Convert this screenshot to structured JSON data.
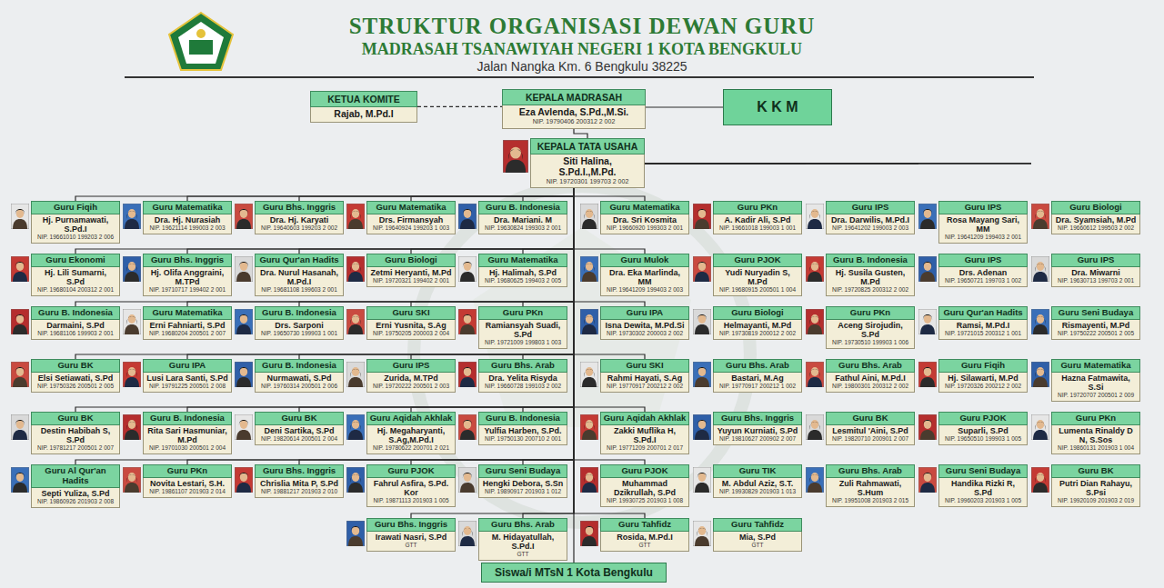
{
  "diagram": {
    "title": "STRUKTUR ORGANISASI DEWAN GURU",
    "nodes": [
      {
        "text": [
          "KETUA KOMITE",
          "Rajab, M.Pd.I"
        ]
      },
      {
        "text": [
          "KEPALA MADRASAH",
          "Eza Avlenda, S.Pd.,M.Si.",
          "NIP. 19790406 200312 2 002"
        ]
      },
      {
        "text": [
          "K K M"
        ]
      },
      {
        "text": [
          "KEPALA TATA USAHA",
          "Siti Halina, S.Pd.I.,M.Pd.",
          "NIP. 19720301 199703 2 002"
        ]
      },
      {
        "text": [
          "Guru Fiqih",
          "Hj. Purnamawati, S.Pd.I",
          "NIP. 19661010 199203 2 006"
        ]
      },
      {
        "text": [
          "Guru Matematika",
          "Dra. Hj. Nurasiah",
          "NIP. 19621114 199003 2 003"
        ]
      },
      {
        "text": [
          "Guru Bhs. Inggris",
          "Dra. Hj. Karyati",
          "NIP. 19640603 199203 2 002"
        ]
      },
      {
        "text": [
          "Guru Matematika",
          "Drs. Firmansyah",
          "NIP. 19640924 199203 1 003"
        ]
      },
      {
        "text": [
          "Guru B. Indonesia",
          "Dra. Mariani. M",
          "NIP. 19630824 199303 2 001"
        ]
      },
      {
        "text": [
          "Guru Matematika",
          "Dra. Sri Kosmita",
          "NIP. 19660920 199303 2 001"
        ]
      },
      {
        "text": [
          "Guru PKn",
          "A. Kadir Ali, S.Pd",
          "NIP. 19661018 199003 1 001"
        ]
      },
      {
        "text": [
          "Guru IPS",
          "Dra. Darwilis, M.Pd.I",
          "NIP. 19641202 199003 2 003"
        ]
      },
      {
        "text": [
          "Guru IPS",
          "Rosa Mayang Sari, MM",
          "NIP. 19641209 199403 2 001"
        ]
      },
      {
        "text": [
          "Guru Biologi",
          "Dra. Syamsiah, M.Pd",
          "NIP. 19660612 199503 2 002"
        ]
      },
      {
        "text": [
          "Guru Ekonomi",
          "Hj. Lili Sumarni, S.Pd",
          "NIP. 19680104 200312 2 001"
        ]
      },
      {
        "text": [
          "Guru Bhs. Inggris",
          "Hj. Olifa Anggraini, M.TPd",
          "NIP. 19710717 199402 2 001"
        ]
      },
      {
        "text": [
          "Guru Qur'an Hadits",
          "Dra. Nurul Hasanah, M.Pd.I",
          "NIP. 19681108 199603 2 001"
        ]
      },
      {
        "text": [
          "Guru Biologi",
          "Zetmi Heryanti, M.Pd",
          "NIP. 19720321 199402 2 001"
        ]
      },
      {
        "text": [
          "Guru Matematika",
          "Hj. Halimah, S.Pd",
          "NIP. 19680625 199403 2 005"
        ]
      },
      {
        "text": [
          "Guru Mulok",
          "Dra. Eka Marlinda, MM",
          "NIP. 19641209 199403 2 003"
        ]
      },
      {
        "text": [
          "Guru PJOK",
          "Yudi Nuryadin S, M.Pd",
          "NIP. 19680915 200501 1 004"
        ]
      },
      {
        "text": [
          "Guru B. Indonesia",
          "Hj. Susila Gusten, M.Pd",
          "NIP. 19720825 200312 2 002"
        ]
      },
      {
        "text": [
          "Guru IPS",
          "Drs. Adenan",
          "NIP. 19650721 199703 1 002"
        ]
      },
      {
        "text": [
          "Guru IPS",
          "Dra. Miwarni",
          "NIP. 19630713 199703 2 001"
        ]
      },
      {
        "text": [
          "Guru B. Indonesia",
          "Darmaini, S.Pd",
          "NIP. 19681106 199903 2 001"
        ]
      },
      {
        "text": [
          "Guru Matematika",
          "Erni Fahniarti, S.Pd",
          "NIP. 19680204 200501 2 007"
        ]
      },
      {
        "text": [
          "Guru B. Indonesia",
          "Drs. Sarponi",
          "NIP. 19650730 199903 1 001"
        ]
      },
      {
        "text": [
          "Guru SKI",
          "Erni Yusnita, S.Ag",
          "NIP. 19750205 200003 2 004"
        ]
      },
      {
        "text": [
          "Guru PKn",
          "Ramiansyah Suadi, S.Pd",
          "NIP. 19721009 199803 1 003"
        ]
      },
      {
        "text": [
          "Guru IPA",
          "Isna Dewita, M.Pd.Si",
          "NIP. 19730302 200003 2 002"
        ]
      },
      {
        "text": [
          "Guru Biologi",
          "Helmayanti, M.Pd",
          "NIP. 19730819 200012 2 002"
        ]
      },
      {
        "text": [
          "Guru PKn",
          "Aceng Sirojudin, S.Pd",
          "NIP. 19730510 199903 1 006"
        ]
      },
      {
        "text": [
          "Guru Qur'an Hadits",
          "Ramsi, M.Pd.I",
          "NIP. 19721015 200312 1 001"
        ]
      },
      {
        "text": [
          "Guru Seni Budaya",
          "Rismayenti, M.Pd",
          "NIP. 19750222 200501 2 005"
        ]
      },
      {
        "text": [
          "Guru BK",
          "Elsi Setiawati, S.Pd",
          "NIP. 19750326 200501 2 005"
        ]
      },
      {
        "text": [
          "Guru IPA",
          "Lusi Lara Santi, S.Pd",
          "NIP. 19791225 200501 2 008"
        ]
      },
      {
        "text": [
          "Guru B. Indonesia",
          "Nurmawati, S.Pd",
          "NIP. 19760314 200501 2 006"
        ]
      },
      {
        "text": [
          "Guru IPS",
          "Zurida, M.TPd",
          "NIP. 19720222 200501 2 003"
        ]
      },
      {
        "text": [
          "Guru Bhs. Arab",
          "Dra. Yelita Risyda",
          "NIP. 19660728 199103 2 002"
        ]
      },
      {
        "text": [
          "Guru SKI",
          "Rahmi Hayati, S.Ag",
          "NIP. 19770917 200212 2 002"
        ]
      },
      {
        "text": [
          "Guru Bhs. Arab",
          "Bastari, M.Ag",
          "NIP. 19770917 200212 1 002"
        ]
      },
      {
        "text": [
          "Guru Bhs. Arab",
          "Fathul Aini, M.Pd.I",
          "NIP. 19800301 200312 2 002"
        ]
      },
      {
        "text": [
          "Guru Fiqih",
          "Hj. Silawarti, M.Pd",
          "NIP. 19720326 200212 2 002"
        ]
      },
      {
        "text": [
          "Guru Matematika",
          "Hazna Fatmawita, S.Si",
          "NIP. 19720707 200501 2 009"
        ]
      },
      {
        "text": [
          "Guru BK",
          "Destin Habibah S, S.Pd",
          "NIP. 19781217 200501 2 007"
        ]
      },
      {
        "text": [
          "Guru B. Indonesia",
          "Rita Sari Hasmuniar, M.Pd",
          "NIP. 19701030 200501 2 004"
        ]
      },
      {
        "text": [
          "Guru BK",
          "Deni Sartika, S.Pd",
          "NIP. 19820614 200501 2 004"
        ]
      },
      {
        "text": [
          "Guru Aqidah Akhlak",
          "Hj. Megaharyanti, S.Ag,M.Pd.I",
          "NIP. 19780622 200701 2 021"
        ]
      },
      {
        "text": [
          "Guru B. Indonesia",
          "Yulfia Harben, S.Pd.",
          "NIP. 19750130 200710 2 001"
        ]
      },
      {
        "text": [
          "Guru Aqidah Akhlak",
          "Zakki Muflika H, S.Pd.I",
          "NIP. 19771209 200701 2 017"
        ]
      },
      {
        "text": [
          "Guru Bhs. Inggris",
          "Yuyun Kurniati, S.Pd",
          "NIP. 19810627 200902 2 007"
        ]
      },
      {
        "text": [
          "Guru BK",
          "Lesmitul 'Aini, S.Pd",
          "NIP. 19820710 200901 2 007"
        ]
      },
      {
        "text": [
          "Guru PJOK",
          "Suparli, S.Pd",
          "NIP. 19650510 199903 1 005"
        ]
      },
      {
        "text": [
          "Guru PKn",
          "Lumenta Rinaldy D N, S.Sos",
          "NIP. 19860131 201903 1 004"
        ]
      },
      {
        "text": [
          "Guru Al Qur'an Hadits",
          "Septi Yuliza, S.Pd",
          "NIP. 19860926 201903 2 008"
        ]
      },
      {
        "text": [
          "Guru PKn",
          "Novita Lestari, S.H.",
          "NIP. 19861107 201903 2 014"
        ]
      },
      {
        "text": [
          "Guru Bhs. Inggris",
          "Chrislia Mita P, S.Pd",
          "NIP. 19881217 201903 2 010"
        ]
      },
      {
        "text": [
          "Guru PJOK",
          "Fahrul Asfira, S.Pd. Kor",
          "NIP. 19871113 201903 1 005"
        ]
      },
      {
        "text": [
          "Guru Seni Budaya",
          "Hengki Debora, S.Sn",
          "NIP. 19890917 201903 1 012"
        ]
      },
      {
        "text": [
          "Guru PJOK",
          "Muhammad Dzikrullah, S.Pd",
          "NIP. 19930725 201903 1 008"
        ]
      },
      {
        "text": [
          "Guru TIK",
          "M. Abdul Aziz, S.T.",
          "NIP. 19930829 201903 1 013"
        ]
      },
      {
        "text": [
          "Guru Bhs. Arab",
          "Zuli Rahmawati, S.Hum",
          "NIP. 19951008 201903 2 015"
        ]
      },
      {
        "text": [
          "Guru Seni Budaya",
          "Handika Rizki R, S.Pd",
          "NIP. 19960203 201903 1 005"
        ]
      },
      {
        "text": [
          "Guru BK",
          "Putri Dian Rahayu, S.Psi",
          "NIP. 19920109 201903 2 019"
        ]
      },
      {
        "text": [
          "Guru Bhs. Inggris",
          "Irawati Nasri, S.Pd",
          "GTT"
        ]
      },
      {
        "text": [
          "Guru Bhs. Arab",
          "M. Hidayatullah, S.Pd.I",
          "GTT"
        ]
      },
      {
        "text": [
          "Guru Tahfidz",
          "Rosida, M.Pd.I",
          "GTT"
        ]
      },
      {
        "text": [
          "Guru Tahfidz",
          "Mia, S.Pd",
          "GTT"
        ]
      },
      {
        "text": [
          "Siswa/i MTsN 1 Kota Bengkulu"
        ]
      }
    ],
    "edges": [
      {
        "from": 0,
        "to": 1,
        "arrow": "none"
      },
      {
        "from": 1,
        "to": 2,
        "arrow": "none"
      },
      {
        "from": 1,
        "to": 3,
        "arrow": "none"
      },
      {
        "from": 3,
        "to": 4,
        "arrow": "none"
      },
      {
        "from": 3,
        "to": 5,
        "arrow": "none"
      },
      {
        "from": 3,
        "to": 6,
        "arrow": "none"
      },
      {
        "from": 3,
        "to": 7,
        "arrow": "none"
      },
      {
        "from": 3,
        "to": 8,
        "arrow": "none"
      },
      {
        "from": 3,
        "to": 9,
        "arrow": "none"
      },
      {
        "from": 3,
        "to": 10,
        "arrow": "none"
      },
      {
        "from": 3,
        "to": 11,
        "arrow": "none"
      },
      {
        "from": 3,
        "to": 12,
        "arrow": "none"
      },
      {
        "from": 3,
        "to": 13,
        "arrow": "none"
      },
      {
        "from": 3,
        "to": 14,
        "arrow": "none"
      },
      {
        "from": 3,
        "to": 15,
        "arrow": "none"
      },
      {
        "from": 3,
        "to": 16,
        "arrow": "none"
      },
      {
        "from": 3,
        "to": 17,
        "arrow": "none"
      },
      {
        "from": 3,
        "to": 18,
        "arrow": "none"
      },
      {
        "from": 3,
        "to": 19,
        "arrow": "none"
      },
      {
        "from": 3,
        "to": 20,
        "arrow": "none"
      },
      {
        "from": 3,
        "to": 21,
        "arrow": "none"
      },
      {
        "from": 3,
        "to": 22,
        "arrow": "none"
      },
      {
        "from": 3,
        "to": 23,
        "arrow": "none"
      },
      {
        "from": 3,
        "to": 24,
        "arrow": "none"
      },
      {
        "from": 3,
        "to": 25,
        "arrow": "none"
      },
      {
        "from": 3,
        "to": 26,
        "arrow": "none"
      },
      {
        "from": 3,
        "to": 27,
        "arrow": "none"
      },
      {
        "from": 3,
        "to": 28,
        "arrow": "none"
      },
      {
        "from": 3,
        "to": 29,
        "arrow": "none"
      },
      {
        "from": 3,
        "to": 30,
        "arrow": "none"
      },
      {
        "from": 3,
        "to": 31,
        "arrow": "none"
      },
      {
        "from": 3,
        "to": 32,
        "arrow": "none"
      },
      {
        "from": 3,
        "to": 33,
        "arrow": "none"
      },
      {
        "from": 3,
        "to": 34,
        "arrow": "none"
      },
      {
        "from": 3,
        "to": 35,
        "arrow": "none"
      },
      {
        "from": 3,
        "to": 36,
        "arrow": "none"
      },
      {
        "from": 3,
        "to": 37,
        "arrow": "none"
      },
      {
        "from": 3,
        "to": 38,
        "arrow": "none"
      },
      {
        "from": 3,
        "to": 39,
        "arrow": "none"
      },
      {
        "from": 3,
        "to": 40,
        "arrow": "none"
      },
      {
        "from": 3,
        "to": 41,
        "arrow": "none"
      },
      {
        "from": 3,
        "to": 42,
        "arrow": "none"
      },
      {
        "from": 3,
        "to": 43,
        "arrow": "none"
      },
      {
        "from": 3,
        "to": 44,
        "arrow": "none"
      },
      {
        "from": 3,
        "to": 45,
        "arrow": "none"
      },
      {
        "from": 3,
        "to": 46,
        "arrow": "none"
      },
      {
        "from": 3,
        "to": 47,
        "arrow": "none"
      },
      {
        "from": 3,
        "to": 48,
        "arrow": "none"
      },
      {
        "from": 3,
        "to": 49,
        "arrow": "none"
      },
      {
        "from": 3,
        "to": 50,
        "arrow": "none"
      },
      {
        "from": 3,
        "to": 51,
        "arrow": "none"
      },
      {
        "from": 3,
        "to": 52,
        "arrow": "none"
      },
      {
        "from": 3,
        "to": 53,
        "arrow": "none"
      },
      {
        "from": 3,
        "to": 54,
        "arrow": "none"
      },
      {
        "from": 3,
        "to": 55,
        "arrow": "none"
      },
      {
        "from": 3,
        "to": 56,
        "arrow": "none"
      },
      {
        "from": 3,
        "to": 57,
        "arrow": "none"
      },
      {
        "from": 3,
        "to": 58,
        "arrow": "none"
      },
      {
        "from": 3,
        "to": 59,
        "arrow": "none"
      },
      {
        "from": 3,
        "to": 60,
        "arrow": "none"
      },
      {
        "from": 3,
        "to": 61,
        "arrow": "none"
      },
      {
        "from": 3,
        "to": 62,
        "arrow": "none"
      },
      {
        "from": 3,
        "to": 63,
        "arrow": "none"
      },
      {
        "from": 3,
        "to": 64,
        "arrow": "none"
      },
      {
        "from": 3,
        "to": 65,
        "arrow": "none"
      },
      {
        "from": 3,
        "to": 66,
        "arrow": "none"
      },
      {
        "from": 3,
        "to": 67,
        "arrow": "none"
      },
      {
        "from": 3,
        "to": 68,
        "arrow": "none"
      }
    ],
    "labels": [
      "MADRASAH TSANAWIYAH NEGERI 1 KOTA BENGKULU",
      "Jalan Nangka Km. 6 Bengkulu 38225"
    ]
  }
}
